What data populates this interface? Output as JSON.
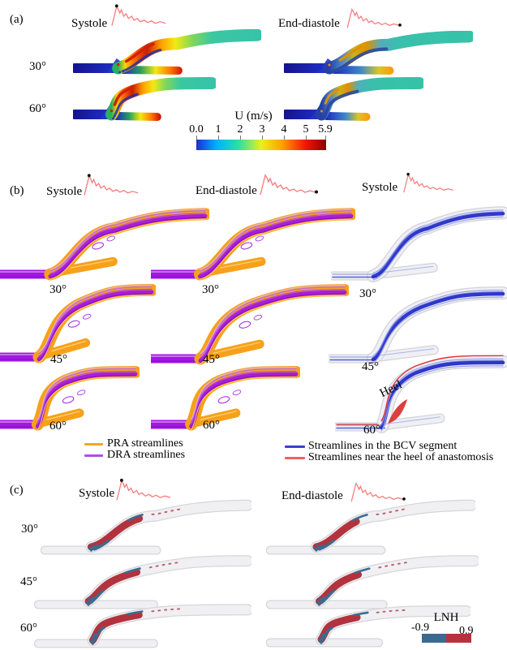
{
  "figure": {
    "waveform_color": "#F58080",
    "panel_a": {
      "label": "(a)",
      "col_headers": [
        "Systole",
        "End-diastole"
      ],
      "row_labels": [
        "30°",
        "60°"
      ],
      "colorbar": {
        "title": "U (m/s)",
        "ticks": [
          "0.0",
          "1",
          "2",
          "3",
          "4",
          "5",
          "5.9"
        ]
      }
    },
    "panel_b": {
      "label": "(b)",
      "col_headers": [
        "Systole",
        "End-diastole",
        "Systole"
      ],
      "row_labels": [
        "30°",
        "45°",
        "60°"
      ],
      "annotation": "Heel",
      "legend_left": [
        {
          "label": "PRA streamlines",
          "color": "#F9A41B"
        },
        {
          "label": "DRA streamlines",
          "color": "#B44BE8"
        }
      ],
      "legend_right": [
        {
          "label": "Streamlines in the BCV segment",
          "color": "#3A3FD0"
        },
        {
          "label": "Streamlines near the heel of anastomosis",
          "color": "#F26060"
        }
      ]
    },
    "panel_c": {
      "label": "(c)",
      "col_headers": [
        "Systole",
        "End-diastole"
      ],
      "row_labels": [
        "30°",
        "45°",
        "60°"
      ],
      "colorbar": {
        "title": "LNH",
        "min": "-0.9",
        "max": "0.9",
        "neg_color": "#3A6A90",
        "pos_color": "#B5333E"
      }
    }
  }
}
